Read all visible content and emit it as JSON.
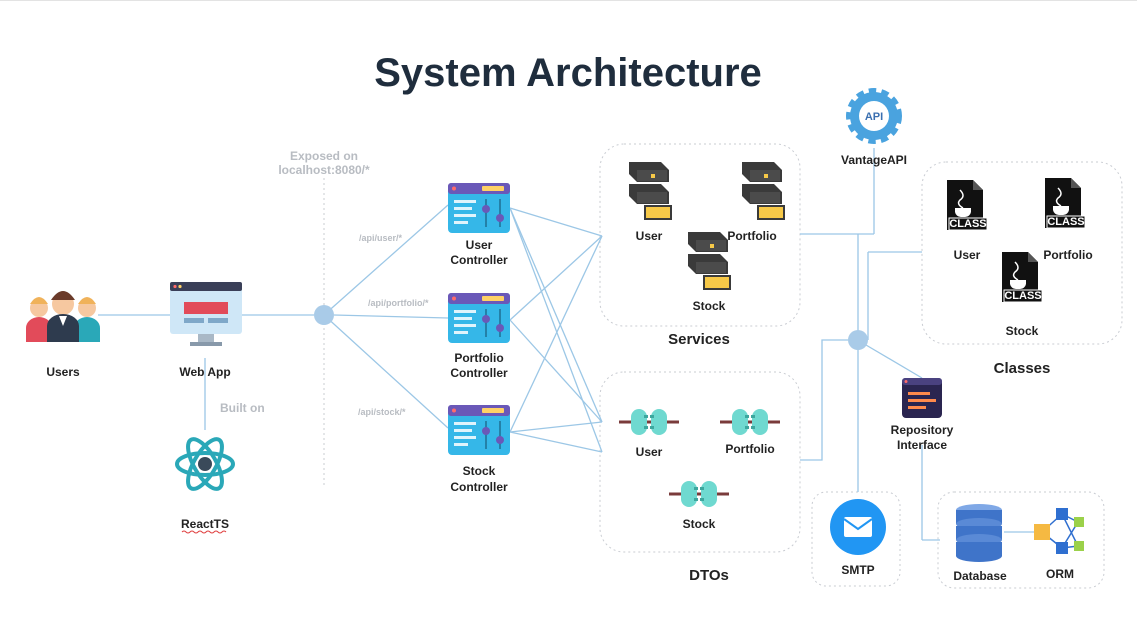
{
  "title": "System Architecture",
  "nodes": {
    "users": "Users",
    "webapp": "Web App",
    "built_on": "Built on",
    "reactts": "ReactTS",
    "exposed_line1": "Exposed on",
    "exposed_line2": "localhost:8080/*",
    "route_user": "/api/user/*",
    "route_portfolio": "/api/portfolio/*",
    "route_stock": "/api/stock/*",
    "user_controller": [
      "User",
      "Controller"
    ],
    "portfolio_controller": [
      "Portfolio",
      "Controller"
    ],
    "stock_controller": [
      "Stock",
      "Controller"
    ],
    "vantage_api": "VantageAPI",
    "api_badge": "API",
    "repository_interface": [
      "Repository",
      "Interface"
    ],
    "smtp": "SMTP",
    "database": "Database",
    "orm": "ORM"
  },
  "groups": {
    "services": {
      "label": "Services",
      "items": [
        "User",
        "Portfolio",
        "Stock"
      ]
    },
    "dtos": {
      "label": "DTOs",
      "items": [
        "User",
        "Portfolio",
        "Stock"
      ]
    },
    "classes": {
      "label": "Classes",
      "items": [
        "User",
        "Portfolio",
        "Stock"
      ],
      "badge": "CLASS"
    }
  },
  "colors": {
    "link": "#9cc7e6",
    "hub": "#a9cbe8",
    "controller": "#35b7e8",
    "dto": "#6fd9d0",
    "react": "#2aa8b8",
    "mail": "#2196f3",
    "database": "#3f74c9"
  }
}
